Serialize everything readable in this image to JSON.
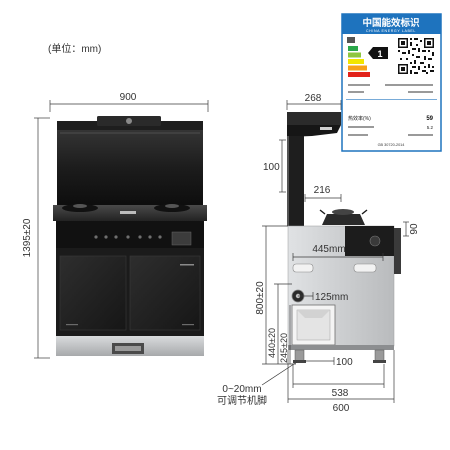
{
  "unit_note": "(单位：mm)",
  "front_view": {
    "width_label": "900",
    "height_label": "1395±20"
  },
  "side_view": {
    "hood_depth": "268",
    "post_height": "100",
    "burner_offset": "216",
    "cabinet_width": "445mm",
    "top_recess": "90",
    "total_height": "800±20",
    "gas_inlet_offset": "125mm",
    "height_440": "440±20",
    "height_245": "245±20",
    "feet_offset": "100",
    "inner_depth": "538",
    "total_depth": "600",
    "feet_range": "0~20mm",
    "feet_note": "可调节机脚"
  },
  "energy_label": {
    "title": "中国能效标识",
    "subtitle": "CHINA ENERGY LABEL",
    "grade": "1",
    "metric_label": "热效率(%)",
    "metric_value": "59",
    "secondary_value": "5.2",
    "standard": "GB 30720-2014"
  },
  "colors": {
    "label_blue": "#1e73be",
    "grade_bars": [
      "#2aa84a",
      "#8dc63f",
      "#f2e500",
      "#f7a11a",
      "#e2231a"
    ],
    "appliance_dark": "#1b1b1b",
    "appliance_silver": "#c9cbcd"
  }
}
